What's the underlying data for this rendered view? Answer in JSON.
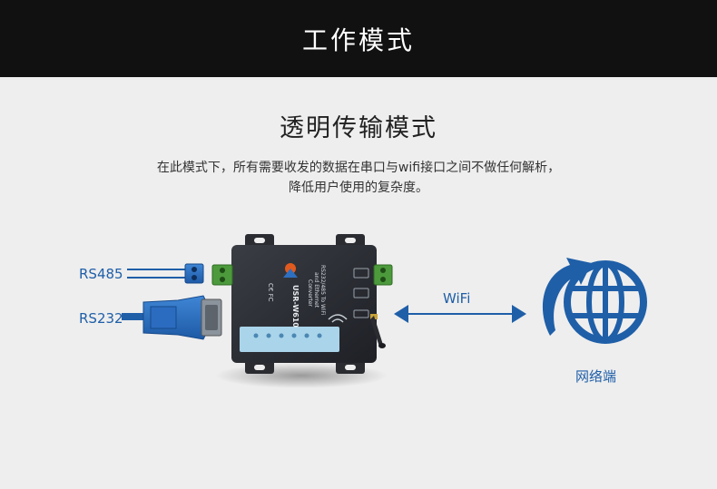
{
  "header": {
    "title": "工作模式"
  },
  "section": {
    "title": "透明传输模式",
    "description_line1": "在此模式下，所有需要收发的数据在串口与wifi接口之间不做任何解析，",
    "description_line2": "降低用户使用的复杂度。"
  },
  "diagram": {
    "rs485_label": "RS485",
    "rs232_label": "RS232",
    "wifi_label": "WiFi",
    "network_label": "网络端",
    "device_model": "USR-W610",
    "device_title_line1": "RS232/485 To WiFi",
    "device_title_line2": "and Ethernet",
    "device_title_line3": "Converter",
    "device_marks": "C€ FC",
    "accent_color": "#1f5fa8"
  }
}
